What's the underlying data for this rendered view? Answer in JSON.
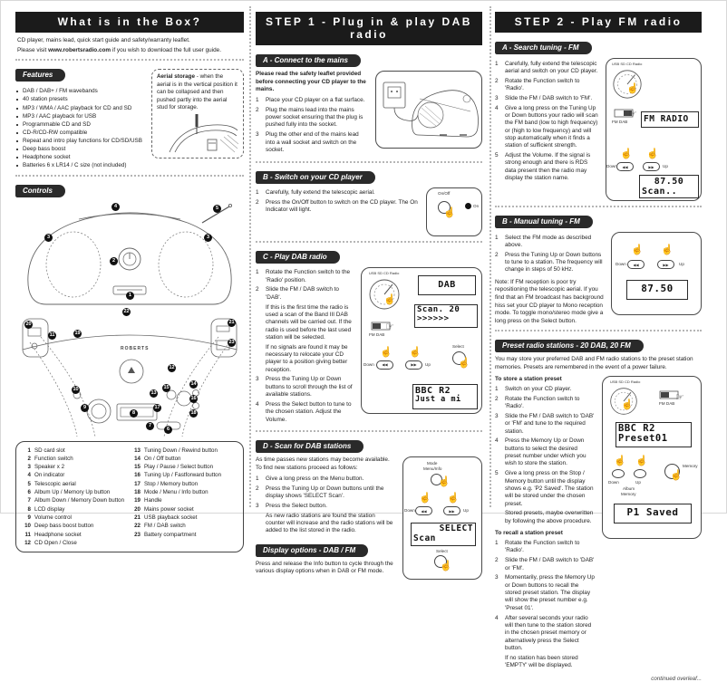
{
  "icons": {
    "hand_point": "☞",
    "hand_up": "☝",
    "prev": "◀◀",
    "next": "▶▶",
    "bullet": "•"
  },
  "left": {
    "title": "What is in the Box?",
    "intro1": "CD player, mains lead, quick start guide and safety/warranty leaflet.",
    "intro2_pre": "Please visit ",
    "intro2_url": "www.robertsradio.com",
    "intro2_post": " if you wish to download the full user guide.",
    "features": {
      "heading": "Features",
      "items": [
        "DAB / DAB+ / FM wavebands",
        "40 station presets",
        "MP3 / WMA / AAC playback for CD and SD",
        "MP3 / AAC playback for USB",
        "Programmable CD and SD",
        "CD-R/CD-RW compatible",
        "Repeat and intro play functions for CD/SD/USB",
        "Deep bass boost",
        "Headphone socket",
        "Batteries 6 x LR14 / C size (not included)"
      ]
    },
    "aerial": {
      "title": "Aerial storage",
      "text": " - when the aerial is in the vertical position it can be collapsed and then pushed partly into the aerial stud for storage."
    },
    "controls": {
      "heading": "Controls",
      "brand": "ROBERTS",
      "items": [
        {
          "n": "1",
          "label": "SD card slot"
        },
        {
          "n": "2",
          "label": "Function switch"
        },
        {
          "n": "3",
          "label": "Speaker x 2"
        },
        {
          "n": "4",
          "label": "On indicator"
        },
        {
          "n": "5",
          "label": "Telescopic aerial"
        },
        {
          "n": "6",
          "label": "Album Up / Memory Up button"
        },
        {
          "n": "7",
          "label": "Album Down / Memory Down button"
        },
        {
          "n": "8",
          "label": "LCD display"
        },
        {
          "n": "9",
          "label": "Volume control"
        },
        {
          "n": "10",
          "label": "Deep bass boost button"
        },
        {
          "n": "11",
          "label": "Headphone socket"
        },
        {
          "n": "12",
          "label": "CD Open / Close"
        },
        {
          "n": "13",
          "label": "Tuning Down / Rewind button"
        },
        {
          "n": "14",
          "label": "On / Off button"
        },
        {
          "n": "15",
          "label": "Play / Pause / Select button"
        },
        {
          "n": "16",
          "label": "Tuning Up / Fastforward button"
        },
        {
          "n": "17",
          "label": "Stop / Memory button"
        },
        {
          "n": "18",
          "label": "Mode / Menu / Info button"
        },
        {
          "n": "19",
          "label": "Handle"
        },
        {
          "n": "20",
          "label": "Mains power socket"
        },
        {
          "n": "21",
          "label": "USB playback socket"
        },
        {
          "n": "22",
          "label": "FM / DAB switch"
        },
        {
          "n": "23",
          "label": "Battery compartment"
        }
      ]
    }
  },
  "step1": {
    "title": "STEP 1 - Plug in & play DAB radio",
    "sectionA": {
      "heading": "A - Connect to the mains",
      "intro": "Please read the safety leaflet provided before connecting your CD player to the mains.",
      "steps": [
        {
          "n": "1",
          "text": "Place your CD player on a flat surface."
        },
        {
          "n": "2",
          "text": "Plug the mains lead into the mains power socket ensuring that the plug is pushed fully into the socket."
        },
        {
          "n": "3",
          "text": "Plug the other end of the mains lead into a wall socket and switch on the socket."
        }
      ]
    },
    "sectionB": {
      "heading": "B - Switch on your CD player",
      "steps": [
        {
          "n": "1",
          "text": "Carefully, fully extend the telescopic aerial."
        },
        {
          "n": "2",
          "text": "Press the On/Off button to switch on the CD player. The On Indicator will light."
        }
      ],
      "illus": {
        "onoff": "On/Off",
        "on": "On"
      }
    },
    "sectionC": {
      "heading": "C - Play DAB radio",
      "steps": [
        {
          "n": "1",
          "text": "Rotate the Function switch to the 'Radio' position."
        },
        {
          "n": "2",
          "text": "Slide the FM / DAB switch to 'DAB'."
        },
        {
          "n": "",
          "text": "If this is the first time the radio is used a scan of the Band III DAB channels will be carried out. If the radio is used before the last used station will be selected."
        },
        {
          "n": "",
          "text": "If no signals are found it may be necessary to relocate your CD player to a position giving better reception."
        },
        {
          "n": "3",
          "text": "Press the Tuning Up or Down buttons to scroll through the list of available stations."
        },
        {
          "n": "4",
          "text": "Press the Select button to tune to the chosen station. Adjust the Volume."
        }
      ],
      "illus": {
        "knob_caption": "USB SD CD Radio",
        "switch_caption": "FM DAB",
        "down": "Down",
        "up": "Up",
        "select": "Select",
        "lcd1": "DAB",
        "lcd2_line1": "Scan. 20",
        "lcd2_line2": ">>>>>>",
        "lcd3_line1": "BBC R2",
        "lcd3_line2": "Just a mi"
      }
    },
    "sectionD": {
      "heading": "D - Scan for DAB stations",
      "intro": "As time passes new stations may become available. To find new stations proceed as follows:",
      "steps": [
        {
          "n": "1",
          "text": "Give a long press on the Menu button."
        },
        {
          "n": "2",
          "text": "Press the Tuning Up or Down buttons until the display shows 'SELECT Scan'."
        },
        {
          "n": "3",
          "text": "Press the Select button."
        },
        {
          "n": "",
          "text": "As new radio stations are found the station counter will increase and the radio stations will be added to the list stored in the radio."
        }
      ],
      "illus": {
        "mode": "Mode",
        "menu": "Menu/Info",
        "down": "Down",
        "up": "Up",
        "lcd_line1": "SELECT",
        "lcd_line2": "Scan",
        "select": "Select"
      }
    },
    "display_options": {
      "heading": "Display options - DAB / FM",
      "text": "Press and release the Info button to cycle through the various display options when in DAB or FM mode."
    }
  },
  "step2": {
    "title": "STEP 2 - Play FM radio",
    "sectionA": {
      "heading": "A - Search tuning - FM",
      "steps": [
        {
          "n": "1",
          "text": "Carefully, fully extend the telescopic aerial and switch on your CD player."
        },
        {
          "n": "2",
          "text": "Rotate the Function switch to 'Radio'."
        },
        {
          "n": "3",
          "text": "Slide the FM / DAB switch to 'FM'."
        },
        {
          "n": "4",
          "text": "Give a long press on the Tuning Up or Down buttons your radio will scan the FM band (low to high frequency) or (high to low frequency) and will stop automatically when it finds a station of sufficient strength."
        },
        {
          "n": "5",
          "text": "Adjust the Volume. If the signal is strong enough and there is RDS data present then the radio may display the station name."
        }
      ],
      "illus": {
        "knob_caption": "USB SD CD Radio",
        "switch_caption": "FM DAB",
        "lcd1": "FM RADIO",
        "down": "Down",
        "up": "Up",
        "lcd2_line1": "87.50",
        "lcd2_line2": "Scan.."
      }
    },
    "sectionB": {
      "heading": "B - Manual tuning - FM",
      "steps": [
        {
          "n": "1",
          "text": "Select the FM mode as described above."
        },
        {
          "n": "2",
          "text": "Press the Tuning Up or Down buttons to tune to a station. The frequency will change in steps of 50 kHz."
        }
      ],
      "note": "Note: If FM reception is poor try repositioning the telescopic aerial. If you find that an FM broadcast has background hiss set your CD player to Mono reception mode. To toggle mono/stereo mode give a long press on the Select button.",
      "illus": {
        "down": "Down",
        "up": "Up",
        "lcd": "87.50"
      }
    },
    "presets": {
      "heading": "Preset radio stations - 20 DAB, 20 FM",
      "intro": "You may store your preferred DAB and FM radio stations to the preset station memories. Presets are remembered in the event of a power failure.",
      "store_title": "To store a station preset",
      "store_steps": [
        {
          "n": "1",
          "text": "Switch on your CD player."
        },
        {
          "n": "2",
          "text": "Rotate the Function switch to 'Radio'."
        },
        {
          "n": "3",
          "text": "Slide the FM / DAB switch to 'DAB' or 'FM' and tune to the required station."
        },
        {
          "n": "4",
          "text": "Press the Memory Up or Down buttons to select the desired preset number under which you wish to store the station."
        },
        {
          "n": "5",
          "text": "Give a long press on the Stop / Memory button until the display shows e.g. 'P2 Saved'. The station will be stored under the chosen preset."
        },
        {
          "n": "",
          "text": "Stored presets, maybe overwritten by following the above procedure."
        }
      ],
      "recall_title": "To recall a station preset",
      "recall_steps": [
        {
          "n": "1",
          "text": "Rotate the Function switch to 'Radio'."
        },
        {
          "n": "2",
          "text": "Slide the FM / DAB switch to 'DAB' or 'FM'."
        },
        {
          "n": "3",
          "text": "Momentarily, press the Memory Up or Down buttons to recall the stored preset station. The display will show the preset number e.g. 'Preset 01'."
        },
        {
          "n": "4",
          "text": "After several seconds your radio will then tune to the station stored in the chosen preset memory or alternatively press the Select button."
        },
        {
          "n": "",
          "text": "If no station has been stored 'EMPTY' will be displayed."
        }
      ],
      "illus": {
        "knob_caption": "USB SD CD Radio",
        "switch_caption": "FM DAB",
        "lcd1_line1": "BBC R2",
        "lcd1_line2": "Preset01",
        "down": "Down",
        "up": "Up",
        "album": "Album",
        "memory": "Memory",
        "memory_btn": "Memory",
        "lcd2": "P1 Saved"
      },
      "continued": "continued overleaf..."
    }
  }
}
